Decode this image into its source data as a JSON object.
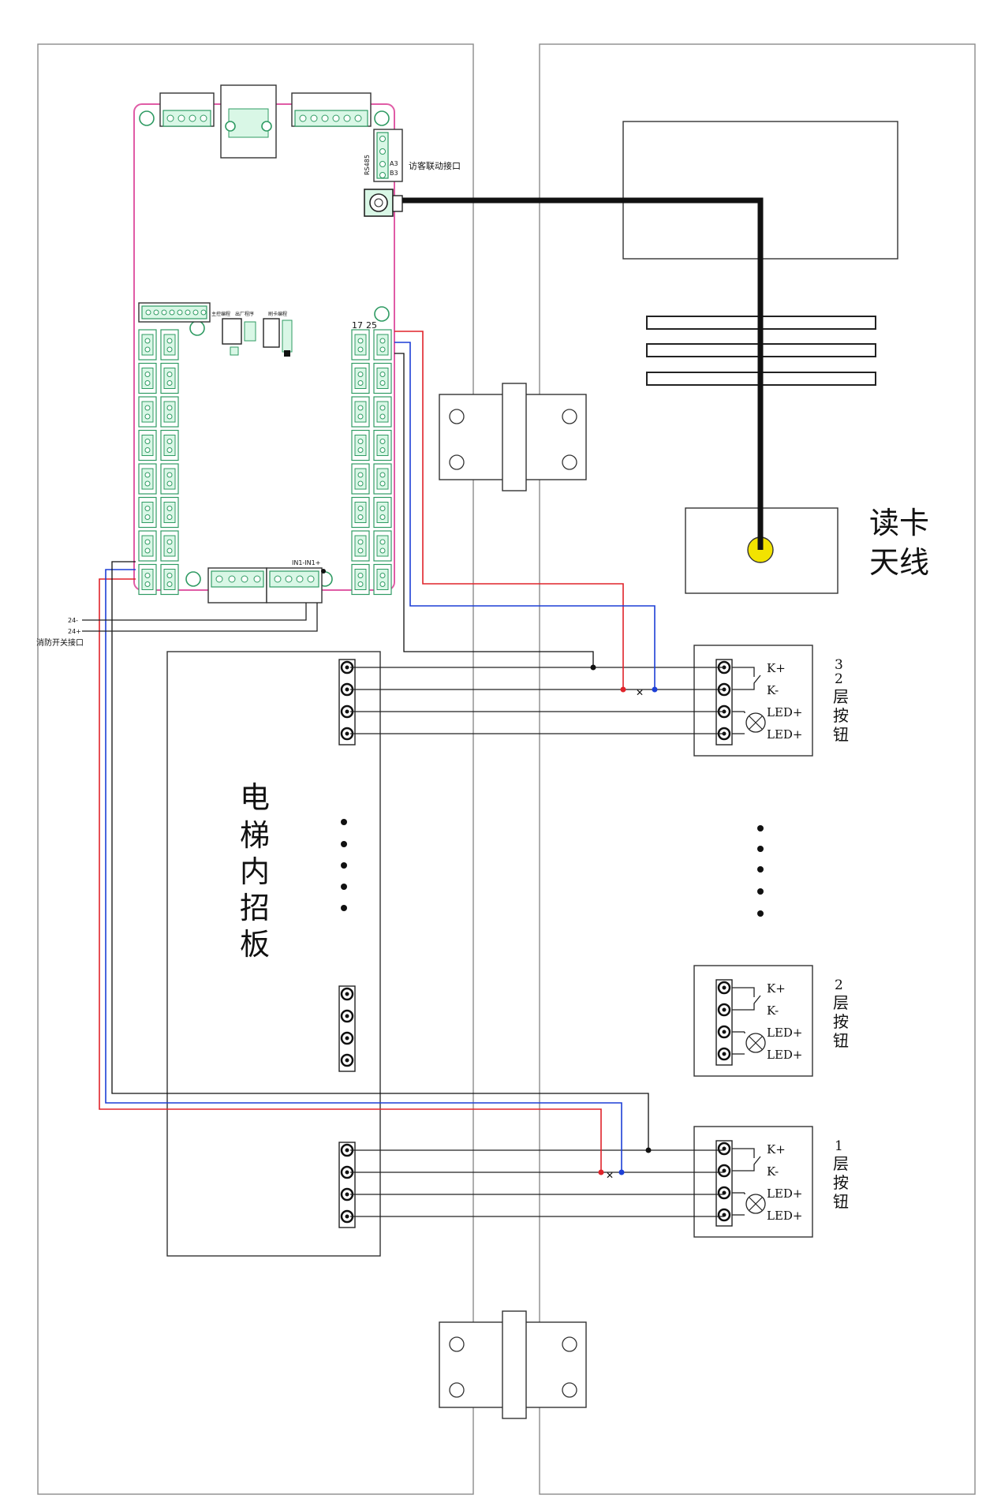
{
  "diagram": {
    "card_reader_antenna_label": [
      "读卡",
      "天线"
    ],
    "visitor_link_port_label": "访客联动接口",
    "rs485_label": "RS485",
    "a3_label": "A3",
    "b3_label": "B3",
    "chip_labels": [
      "主控编程",
      "出厂程序",
      "刷卡编程"
    ],
    "terminal_number_labels": [
      "17",
      "25"
    ],
    "in_terminal_label": "IN1-IN1+",
    "power_neg_label": "24-",
    "power_pos_label": "24+",
    "fire_switch_label": "消防开关接口",
    "elevator_board_label": [
      "电",
      "梯",
      "内",
      "招",
      "板"
    ],
    "button_terminal_labels": [
      "K+",
      "K-",
      "LED+",
      "LED+"
    ],
    "floor_buttons": [
      {
        "number": "3",
        "sub": "2",
        "chars": [
          "层",
          "按",
          "钮"
        ]
      },
      {
        "number": "2",
        "chars": [
          "层",
          "按",
          "钮"
        ]
      },
      {
        "number": "1",
        "chars": [
          "层",
          "按",
          "钮"
        ]
      }
    ],
    "wire_colors": {
      "red": "#e0232a",
      "blue": "#1d3fd6",
      "black": "#111111"
    },
    "board_outline_color": "#e05ca6",
    "terminal_color": "#2f9b63",
    "antenna_dot_color": "#f2e300"
  }
}
